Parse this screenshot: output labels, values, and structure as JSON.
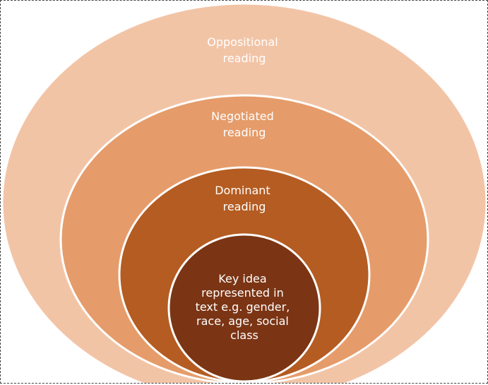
{
  "diagram": {
    "layers": [
      {
        "id": "oppositional",
        "lines": [
          "Oppositional",
          "reading"
        ],
        "color": "#f2c4a6"
      },
      {
        "id": "negotiated",
        "lines": [
          "Negotiated",
          "reading"
        ],
        "color": "#e59c6a"
      },
      {
        "id": "dominant",
        "lines": [
          "Dominant",
          "reading"
        ],
        "color": "#b45c22"
      },
      {
        "id": "core",
        "lines": [
          "Key idea",
          "represented in",
          "text e.g. gender,",
          "race, age, social",
          "class"
        ],
        "color": "#7b3514"
      }
    ],
    "ring_stroke_color": "#ffffff"
  }
}
